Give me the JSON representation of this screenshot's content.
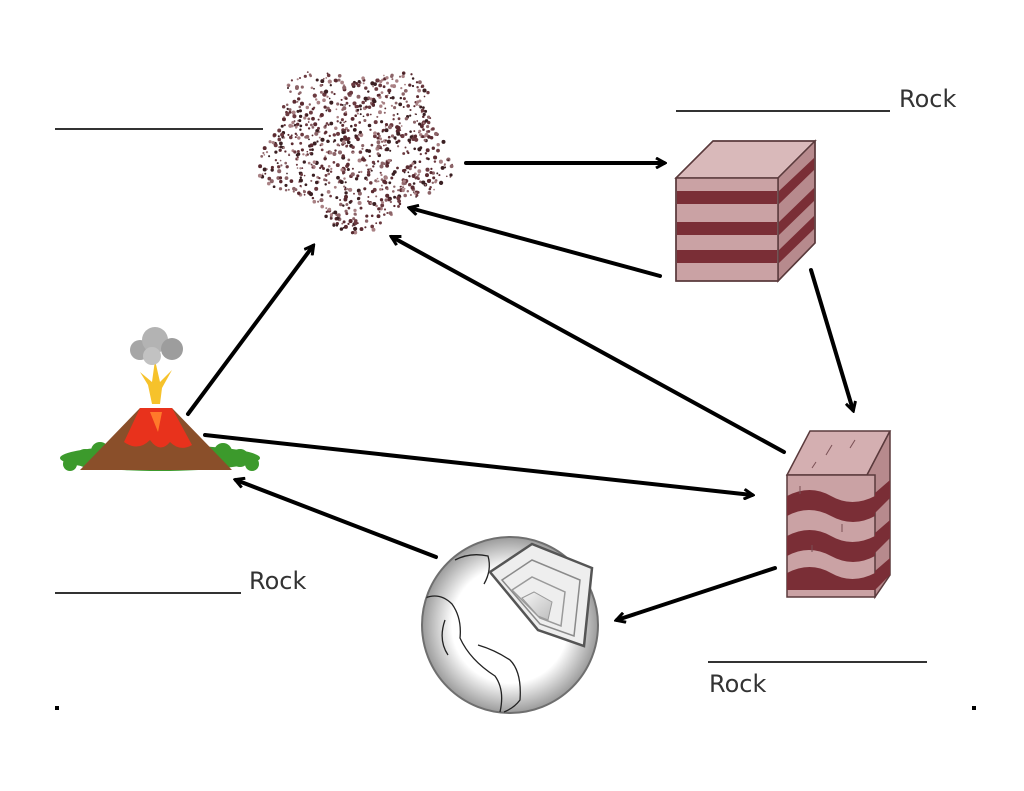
{
  "labels": {
    "sedimentary": "Rock",
    "igneous": "Rock",
    "metamorphic": "Rock"
  },
  "icons": {
    "sediment": "sediment-pile-icon",
    "sedimentary": "layered-rock-block-icon",
    "volcano": "volcano-icon",
    "metamorphic": "folded-rock-block-icon",
    "earth": "earth-cutaway-icon"
  },
  "colors": {
    "arrow": "#000000",
    "rock_dark": "#7a2e36",
    "rock_light": "#caa2a4",
    "lava": "#e8321c",
    "ground": "#8a4f2a",
    "grass": "#3c9a2c"
  }
}
